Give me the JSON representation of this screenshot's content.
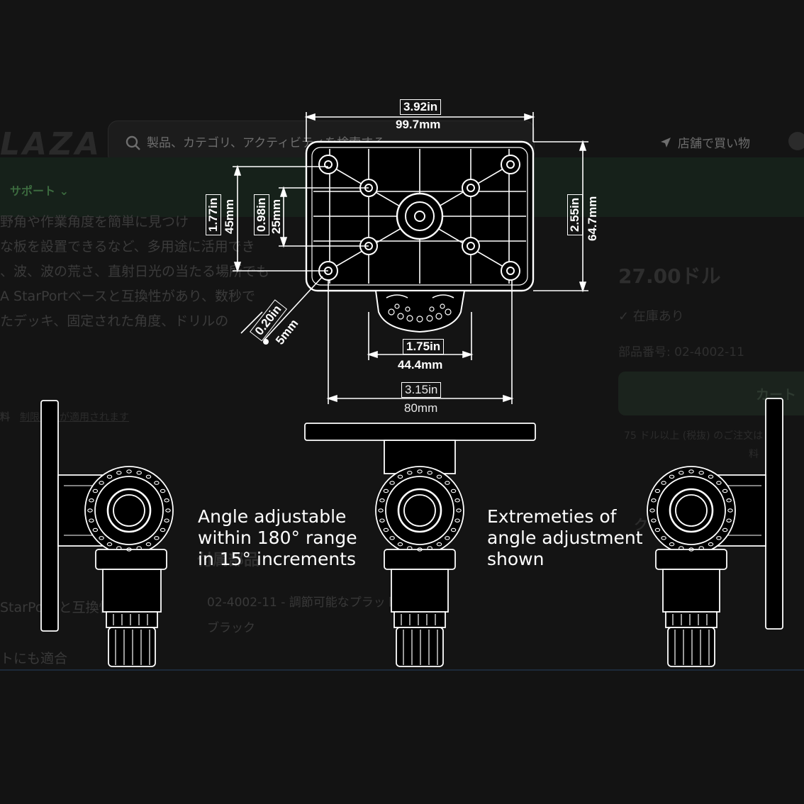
{
  "site": {
    "logo": "LAZA",
    "search_placeholder": "製品、カテゴリ、アクティビティを検索する",
    "store_link": "店舗で買い物",
    "nav_support": "サポート",
    "description_lines": [
      "野角や作業角度を簡単に見つけ",
      "な板を設置できるなど、多用途に活用でき",
      "、波、波の荒さ、直射日光の当たる場所でも",
      "A StarPortベースと互換性があり、数秒で",
      "たデッキ、固定された角度、ドリルの"
    ],
    "price": "27.00ドル",
    "stock": "✓ 在庫あり",
    "part_number": "部品番号: 02-4002-11",
    "cart_button": "カート",
    "shipping_note_1": "75 ドル以上 (税抜) のご注文は",
    "shipping_note_2": "料",
    "shipping_link_prefix": "料",
    "shipping_link": "制限事項が適用されます",
    "related_heading": "付属部品",
    "related_item": "02-4002-11 - 調節可能なプラットフォーム",
    "related_item_color": "ブラック",
    "quick_links": "クイックリンク",
    "compat_line_1": "StarPort と互換性",
    "compat_line_2": "トにも適合"
  },
  "drawing": {
    "dims": {
      "width_in": "3.92in",
      "width_mm": "99.7mm",
      "height_in": "2.55in",
      "height_mm": "64.7mm",
      "outer_spacing_in": "1.77in",
      "outer_spacing_mm": "45mm",
      "inner_spacing_in": "0.98in",
      "inner_spacing_mm": "25mm",
      "hole_in": "0.20in",
      "hole_mm": "5mm",
      "base_in": "1.75in",
      "base_mm": "44.4mm",
      "span_in": "3.15in",
      "span_mm": "80mm"
    },
    "caption_left": "Angle adjustable\nwithin 180° range\nin 15° increments",
    "caption_right": "Extremeties of\nangle adjustment\nshown"
  }
}
